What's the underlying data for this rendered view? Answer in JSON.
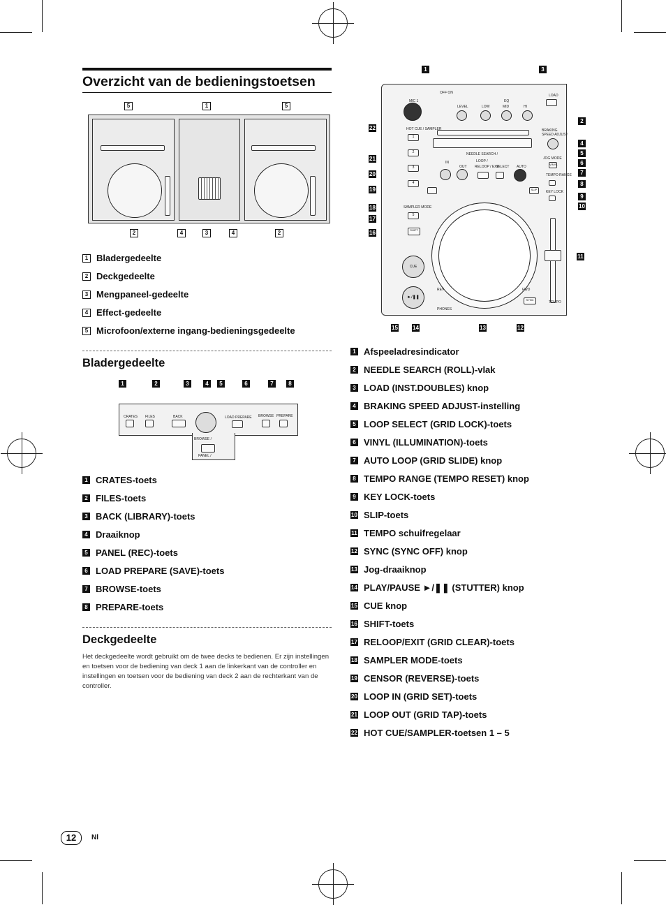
{
  "title": "Overzicht van de bedieningstoetsen",
  "overview": {
    "callouts": [
      "5",
      "1",
      "5",
      "2",
      "4",
      "3",
      "4",
      "2"
    ],
    "items": [
      {
        "n": "1",
        "label": "Bladergedeelte"
      },
      {
        "n": "2",
        "label": "Deckgedeelte"
      },
      {
        "n": "3",
        "label": "Mengpaneel-gedeelte"
      },
      {
        "n": "4",
        "label": "Effect-gedeelte"
      },
      {
        "n": "5",
        "label": "Microfoon/externe ingang-bedieningsgedeelte"
      }
    ]
  },
  "browse_section": {
    "heading": "Bladergedeelte",
    "callouts": [
      "1",
      "2",
      "3",
      "4",
      "5",
      "6",
      "7",
      "8"
    ],
    "panel_labels": [
      "CRATES",
      "FILES",
      "BACK",
      "LOAD PREPARE",
      "BROWSE",
      "PREPARE",
      "BROWSE / ",
      "PANEL / "
    ],
    "items": [
      {
        "n": "1",
        "label": "CRATES-toets"
      },
      {
        "n": "2",
        "label": "FILES-toets"
      },
      {
        "n": "3",
        "label": "BACK (LIBRARY)-toets"
      },
      {
        "n": "4",
        "label": "Draaiknop"
      },
      {
        "n": "5",
        "label": "PANEL (REC)-toets"
      },
      {
        "n": "6",
        "label": "LOAD PREPARE (SAVE)-toets"
      },
      {
        "n": "7",
        "label": "BROWSE-toets"
      },
      {
        "n": "8",
        "label": "PREPARE-toets"
      }
    ]
  },
  "deck_section": {
    "heading": "Deckgedeelte",
    "paragraph": "Het deckgedeelte wordt gebruikt om de twee decks te bedienen. Er zijn instellingen en toetsen voor de bediening van deck 1 aan de linkerkant van de controller en instellingen en toetsen voor de bediening van deck 2 aan de rechterkant van de controller."
  },
  "deck_diagram": {
    "labels": {
      "off_on": "OFF   ON",
      "mic1": "MIC 1",
      "level": "LEVEL",
      "low": "LOW",
      "mid": "MID",
      "hi": "HI",
      "eq": "EQ",
      "load": "LOAD",
      "hot_cue": "HOT CUE / SAMPLER",
      "braking": "BRAKING SPEED ADJUST",
      "needle": "NEEDLE SEARCH /",
      "loop": "LOOP /",
      "reloop": "RELOOP / EXIT",
      "in": "IN",
      "out": "OUT",
      "select": "SELECT",
      "auto": "AUTO",
      "jog_mode": "JOG MODE",
      "vinyl": "VINYL",
      "tempo_range": "TEMPO RANGE",
      "key_lock": "KEY LOCK",
      "slip": "SLIP",
      "sampler_mode": "SAMPLER MODE",
      "cue": "CUE",
      "rev": "REV",
      "fwd": "FWD",
      "phones": "PHONES",
      "sync": "SYNC",
      "tempo": "TEMPO",
      "shift": "SHIFT",
      "play": "►/❚❚"
    },
    "pads": [
      "1",
      "2",
      "3",
      "4",
      "5"
    ],
    "callouts": [
      "1",
      "3",
      "22",
      "2",
      "21",
      "4",
      "5",
      "6",
      "20",
      "7",
      "19",
      "8",
      "9",
      "18",
      "10",
      "17",
      "16",
      "11",
      "15",
      "14",
      "13",
      "12"
    ]
  },
  "deck_items": [
    {
      "n": "1",
      "label": "Afspeeladresindicator"
    },
    {
      "n": "2",
      "label": "NEEDLE SEARCH (ROLL)-vlak"
    },
    {
      "n": "3",
      "label": "LOAD (INST.DOUBLES) knop"
    },
    {
      "n": "4",
      "label": "BRAKING SPEED ADJUST-instelling"
    },
    {
      "n": "5",
      "label": "LOOP SELECT (GRID LOCK)-toets"
    },
    {
      "n": "6",
      "label": "VINYL (ILLUMINATION)-toets"
    },
    {
      "n": "7",
      "label": "AUTO LOOP (GRID SLIDE) knop"
    },
    {
      "n": "8",
      "label": "TEMPO RANGE (TEMPO RESET) knop"
    },
    {
      "n": "9",
      "label": "KEY LOCK-toets"
    },
    {
      "n": "10",
      "label": "SLIP-toets"
    },
    {
      "n": "11",
      "label": "TEMPO schuifregelaar"
    },
    {
      "n": "12",
      "label": "SYNC (SYNC OFF) knop"
    },
    {
      "n": "13",
      "label": "Jog-draaiknop"
    },
    {
      "n": "14",
      "label": "PLAY/PAUSE ►/❚❚ (STUTTER) knop"
    },
    {
      "n": "15",
      "label": "CUE knop"
    },
    {
      "n": "16",
      "label": "SHIFT-toets"
    },
    {
      "n": "17",
      "label": "RELOOP/EXIT (GRID CLEAR)-toets"
    },
    {
      "n": "18",
      "label": "SAMPLER MODE-toets"
    },
    {
      "n": "19",
      "label": "CENSOR (REVERSE)-toets"
    },
    {
      "n": "20",
      "label": "LOOP IN (GRID SET)-toets"
    },
    {
      "n": "21",
      "label": "LOOP OUT (GRID TAP)-toets"
    },
    {
      "n": "22",
      "label": "HOT CUE/SAMPLER-toetsen 1 – 5"
    }
  ],
  "footer": {
    "page": "12",
    "lang": "Nl"
  }
}
